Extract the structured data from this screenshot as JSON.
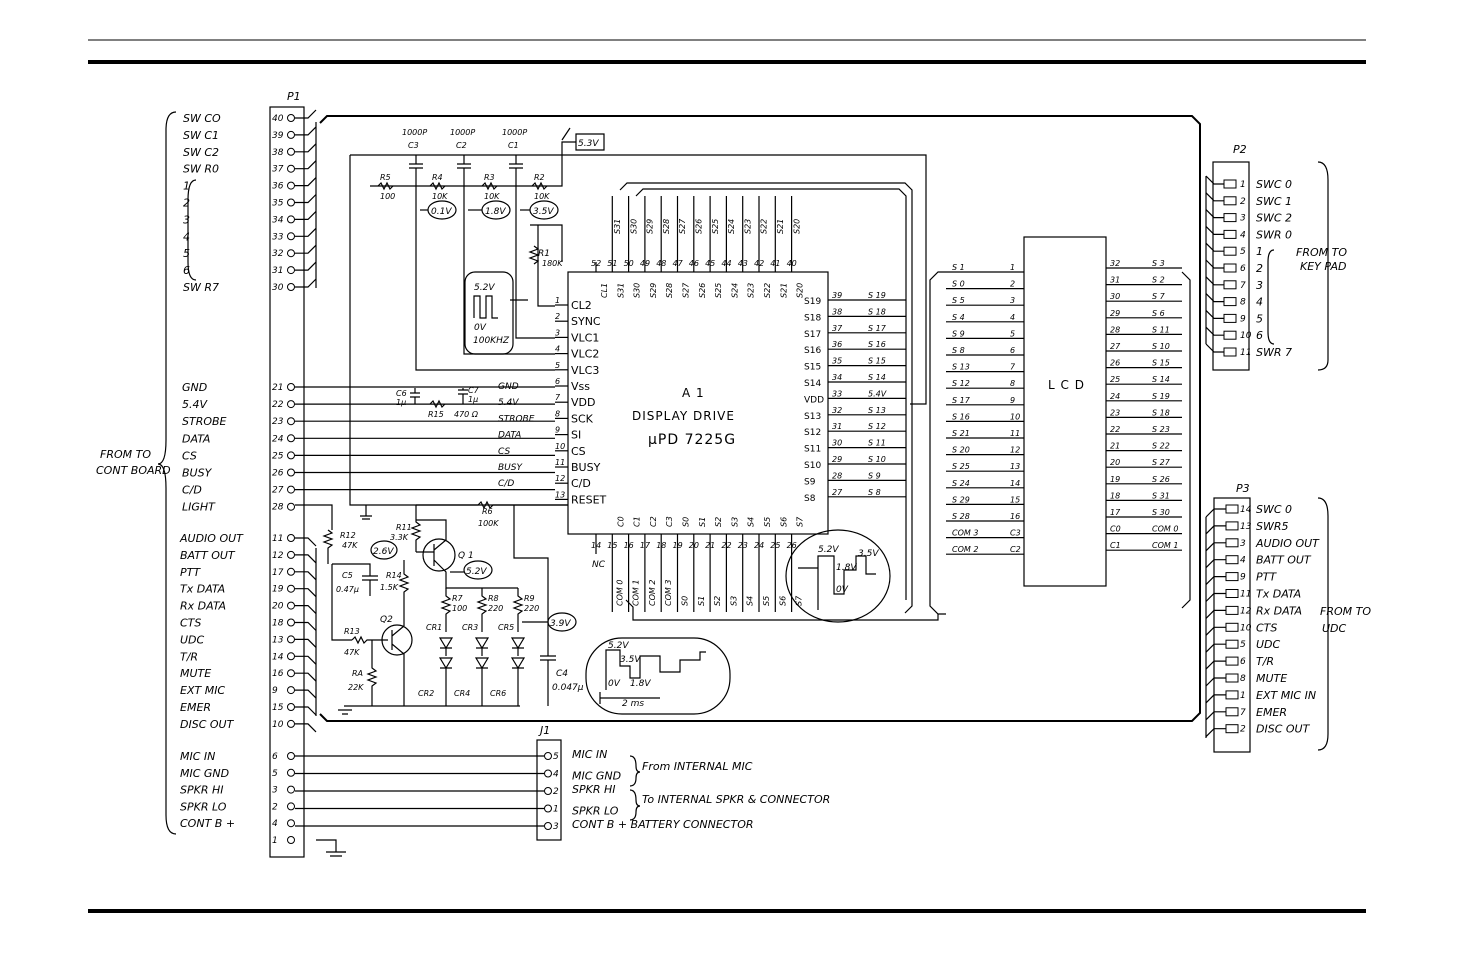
{
  "rules": {
    "top_thin": true,
    "top_thick": true,
    "bottom_thick": true
  },
  "p1": {
    "title": "P1",
    "sw_pins": [
      {
        "num": "40",
        "label": "SW CO"
      },
      {
        "num": "39",
        "label": "SW C1"
      },
      {
        "num": "38",
        "label": "SW C2"
      },
      {
        "num": "37",
        "label": "SW R0"
      },
      {
        "num": "36",
        "label": "1"
      },
      {
        "num": "35",
        "label": "2"
      },
      {
        "num": "34",
        "label": "3"
      },
      {
        "num": "33",
        "label": "4"
      },
      {
        "num": "32",
        "label": "5"
      },
      {
        "num": "31",
        "label": "6"
      },
      {
        "num": "30",
        "label": "SW R7"
      }
    ],
    "ctrl_pins": [
      {
        "num": "21",
        "label": "GND"
      },
      {
        "num": "22",
        "label": "5.4V"
      },
      {
        "num": "23",
        "label": "STROBE"
      },
      {
        "num": "24",
        "label": "DATA"
      },
      {
        "num": "25",
        "label": "CS"
      },
      {
        "num": "26",
        "label": "BUSY"
      },
      {
        "num": "27",
        "label": "C/D"
      },
      {
        "num": "28",
        "label": "LIGHT"
      }
    ],
    "udc_pins": [
      {
        "num": "11",
        "label": "AUDIO OUT"
      },
      {
        "num": "12",
        "label": "BATT OUT"
      },
      {
        "num": "17",
        "label": "PTT"
      },
      {
        "num": "19",
        "label": "Tx DATA"
      },
      {
        "num": "20",
        "label": "Rx DATA"
      },
      {
        "num": "18",
        "label": "CTS"
      },
      {
        "num": "13",
        "label": "UDC"
      },
      {
        "num": "14",
        "label": "T/R"
      },
      {
        "num": "16",
        "label": "MUTE"
      },
      {
        "num": "9",
        "label": "EXT MIC"
      },
      {
        "num": "15",
        "label": "EMER"
      },
      {
        "num": "10",
        "label": "DISC OUT"
      }
    ],
    "mic_pins": [
      {
        "num": "6",
        "label": "MIC IN"
      },
      {
        "num": "5",
        "label": "MIC GND"
      },
      {
        "num": "3",
        "label": "SPKR HI"
      },
      {
        "num": "2",
        "label": "SPKR LO"
      },
      {
        "num": "4",
        "label": "CONT B +"
      },
      {
        "num": "1",
        "label": ""
      }
    ],
    "from_label": [
      "FROM TO",
      "CONT BOARD"
    ]
  },
  "a1": {
    "ref": "A 1",
    "name": "DISPLAY DRIVE",
    "part": "μPD 7225G",
    "top_pins": [
      "S31",
      "S30",
      "S29",
      "S28",
      "S27",
      "S26",
      "S25",
      "S24",
      "S23",
      "S22",
      "S21",
      "S20"
    ],
    "top_nums": [
      "52",
      "51",
      "50",
      "49",
      "48",
      "47",
      "46",
      "45",
      "44",
      "43",
      "42",
      "41",
      "40"
    ],
    "top_inner": [
      "CL1",
      "S31",
      "S30",
      "S29",
      "S28",
      "S27",
      "S26",
      "S25",
      "S24",
      "S23",
      "S22",
      "S21",
      "S20"
    ],
    "left_pins": [
      {
        "num": "1",
        "name": "CL2",
        "net": ""
      },
      {
        "num": "2",
        "name": "SYNC",
        "net": ""
      },
      {
        "num": "3",
        "name": "VLC1",
        "net": ""
      },
      {
        "num": "4",
        "name": "VLC2",
        "net": ""
      },
      {
        "num": "5",
        "name": "VLC3",
        "net": ""
      },
      {
        "num": "6",
        "name": "Vss",
        "net": "GND"
      },
      {
        "num": "7",
        "name": "VDD",
        "net": "5.4V"
      },
      {
        "num": "8",
        "name": "SCK",
        "net": "STROBE"
      },
      {
        "num": "9",
        "name": "SI",
        "net": "DATA"
      },
      {
        "num": "10",
        "name": "CS",
        "net": "CS"
      },
      {
        "num": "11",
        "name": "BUSY",
        "net": "BUSY"
      },
      {
        "num": "12",
        "name": "C/D",
        "net": "C/D"
      },
      {
        "num": "13",
        "name": "RESET",
        "net": ""
      }
    ],
    "right_pins": [
      {
        "num": "39",
        "name": "S19",
        "net": "S 19"
      },
      {
        "num": "38",
        "name": "S18",
        "net": "S 18"
      },
      {
        "num": "37",
        "name": "S17",
        "net": "S 17"
      },
      {
        "num": "36",
        "name": "S16",
        "net": "S 16"
      },
      {
        "num": "35",
        "name": "S15",
        "net": "S 15"
      },
      {
        "num": "34",
        "name": "S14",
        "net": "S 14"
      },
      {
        "num": "33",
        "name": "VDD",
        "net": "5.4V"
      },
      {
        "num": "32",
        "name": "S13",
        "net": "S 13"
      },
      {
        "num": "31",
        "name": "S12",
        "net": "S 12"
      },
      {
        "num": "30",
        "name": "S11",
        "net": "S 11"
      },
      {
        "num": "29",
        "name": "S10",
        "net": "S 10"
      },
      {
        "num": "28",
        "name": "S9",
        "net": "S 9"
      },
      {
        "num": "27",
        "name": "S8",
        "net": "S 8"
      }
    ],
    "bottom_nums": [
      "14",
      "15",
      "16",
      "17",
      "18",
      "19",
      "20",
      "21",
      "22",
      "23",
      "24",
      "25",
      "26"
    ],
    "bottom_inner": [
      "C0",
      "C1",
      "C2",
      "C3",
      "S0",
      "S1",
      "S2",
      "S3",
      "S4",
      "S5",
      "S6",
      "S7"
    ],
    "bottom_nets": [
      "COM 0",
      "COM 1",
      "COM 2",
      "COM 3",
      "S0",
      "S1",
      "S2",
      "S3",
      "S4",
      "S5",
      "S6",
      "S7"
    ],
    "nc": "NC"
  },
  "lcd": {
    "label": "L C D",
    "left_pins": [
      {
        "net": "S 1",
        "num": "1"
      },
      {
        "net": "S 0",
        "num": "2"
      },
      {
        "net": "S 5",
        "num": "3"
      },
      {
        "net": "S 4",
        "num": "4"
      },
      {
        "net": "S 9",
        "num": "5"
      },
      {
        "net": "S 8",
        "num": "6"
      },
      {
        "net": "S 13",
        "num": "7"
      },
      {
        "net": "S 12",
        "num": "8"
      },
      {
        "net": "S 17",
        "num": "9"
      },
      {
        "net": "S 16",
        "num": "10"
      },
      {
        "net": "S 21",
        "num": "11"
      },
      {
        "net": "S 20",
        "num": "12"
      },
      {
        "net": "S 25",
        "num": "13"
      },
      {
        "net": "S 24",
        "num": "14"
      },
      {
        "net": "S 29",
        "num": "15"
      },
      {
        "net": "S 28",
        "num": "16"
      },
      {
        "net": "COM 3",
        "num": "C3"
      },
      {
        "net": "COM 2",
        "num": "C2"
      }
    ],
    "right_pins": [
      {
        "num": "32",
        "net": "S 3"
      },
      {
        "num": "31",
        "net": "S 2"
      },
      {
        "num": "30",
        "net": "S 7"
      },
      {
        "num": "29",
        "net": "S 6"
      },
      {
        "num": "28",
        "net": "S 11"
      },
      {
        "num": "27",
        "net": "S 10"
      },
      {
        "num": "26",
        "net": "S 15"
      },
      {
        "num": "25",
        "net": "S 14"
      },
      {
        "num": "24",
        "net": "S 19"
      },
      {
        "num": "23",
        "net": "S 18"
      },
      {
        "num": "22",
        "net": "S 23"
      },
      {
        "num": "21",
        "net": "S 22"
      },
      {
        "num": "20",
        "net": "S 27"
      },
      {
        "num": "19",
        "net": "S 26"
      },
      {
        "num": "18",
        "net": "S 31"
      },
      {
        "num": "17",
        "net": "S 30"
      },
      {
        "num": "C0",
        "net": "COM 0"
      },
      {
        "num": "C1",
        "net": "COM 1"
      }
    ]
  },
  "p2": {
    "title": "P2",
    "pins": [
      {
        "num": "1",
        "label": "SWC 0"
      },
      {
        "num": "2",
        "label": "SWC 1"
      },
      {
        "num": "3",
        "label": "SWC 2"
      },
      {
        "num": "4",
        "label": "SWR 0"
      },
      {
        "num": "5",
        "label": "1"
      },
      {
        "num": "6",
        "label": "2"
      },
      {
        "num": "7",
        "label": "3"
      },
      {
        "num": "8",
        "label": "4"
      },
      {
        "num": "9",
        "label": "5"
      },
      {
        "num": "10",
        "label": "6"
      },
      {
        "num": "11",
        "label": "SWR 7"
      }
    ],
    "from_label": [
      "FROM TO",
      "KEY PAD"
    ]
  },
  "p3": {
    "title": "P3",
    "pins": [
      {
        "num": "14",
        "label": "SWC 0"
      },
      {
        "num": "13",
        "label": "SWR5"
      },
      {
        "num": "3",
        "label": "AUDIO OUT"
      },
      {
        "num": "4",
        "label": "BATT OUT"
      },
      {
        "num": "9",
        "label": "PTT"
      },
      {
        "num": "11",
        "label": "Tx DATA"
      },
      {
        "num": "12",
        "label": "Rx DATA"
      },
      {
        "num": "10",
        "label": "CTS"
      },
      {
        "num": "5",
        "label": "UDC"
      },
      {
        "num": "6",
        "label": "T/R"
      },
      {
        "num": "8",
        "label": "MUTE"
      },
      {
        "num": "1",
        "label": "EXT MIC IN"
      },
      {
        "num": "7",
        "label": "EMER"
      },
      {
        "num": "2",
        "label": "DISC OUT"
      }
    ],
    "from_label": [
      "FROM TO",
      "UDC"
    ]
  },
  "j1": {
    "title": "J1",
    "pins": [
      {
        "num": "5",
        "label": "MIC IN"
      },
      {
        "num": "4",
        "label": "MIC GND"
      },
      {
        "num": "2",
        "label": "SPKR HI"
      },
      {
        "num": "1",
        "label": "SPKR LO"
      },
      {
        "num": "3",
        "label": "CONT B + BATTERY CONNECTOR"
      }
    ],
    "notes": [
      "From INTERNAL MIC",
      "To INTERNAL SPKR & CONNECTOR"
    ]
  },
  "parts": {
    "caps_top": [
      {
        "ref": "C3",
        "val": "1000P"
      },
      {
        "ref": "C2",
        "val": "1000P"
      },
      {
        "ref": "C1",
        "val": "1000P"
      }
    ],
    "res_top": [
      {
        "ref": "R5",
        "val": "100"
      },
      {
        "ref": "R4",
        "val": "10K"
      },
      {
        "ref": "R3",
        "val": "10K"
      },
      {
        "ref": "R2",
        "val": "10K"
      }
    ],
    "r1": {
      "ref": "R1",
      "val": "180K"
    },
    "c6": {
      "ref": "C6",
      "val": "1μ"
    },
    "c7": {
      "ref": "C7",
      "val": "1μ"
    },
    "r15": {
      "ref": "R15",
      "val": "470 Ω"
    },
    "r6": {
      "ref": "R6",
      "val": "100K"
    },
    "r12": {
      "ref": "R12",
      "val": "47K"
    },
    "r11": {
      "ref": "R11",
      "val": "3.3K"
    },
    "r14": {
      "ref": "R14",
      "val": "1.5K"
    },
    "c5": {
      "ref": "C5",
      "val": "0.47μ"
    },
    "q1": "Q 1",
    "q2": "Q2",
    "r13": {
      "ref": "R13",
      "val": "47K"
    },
    "ra": {
      "ref": "RA",
      "val": "22K"
    },
    "r7": {
      "ref": "R7",
      "val": "100"
    },
    "r8": {
      "ref": "R8",
      "val": "220"
    },
    "r9": {
      "ref": "R9",
      "val": "220"
    },
    "c4": {
      "ref": "C4",
      "val": "0.047μ"
    },
    "leds_top": [
      "CR1",
      "CR3",
      "CR5"
    ],
    "leds_bot": [
      "CR2",
      "CR4",
      "CR6"
    ]
  },
  "voltages": {
    "v53": "5.3V",
    "v01": "0.1V",
    "v18": "1.8V",
    "v35": "3.5V",
    "v26": "2.6V",
    "v52": "5.2V",
    "v39": "3.9V"
  },
  "waves": {
    "clock": {
      "hi": "5.2V",
      "lo": "0V",
      "freq": "100KHZ"
    },
    "com": {
      "hi": "5.2V",
      "mid": "3.5V",
      "low1": "1.8V",
      "lo": "0V",
      "period": "2 ms"
    },
    "seg": {
      "hi": "5.2V",
      "mid": "3.5V",
      "low1": "1.8V",
      "lo": "0V"
    }
  }
}
